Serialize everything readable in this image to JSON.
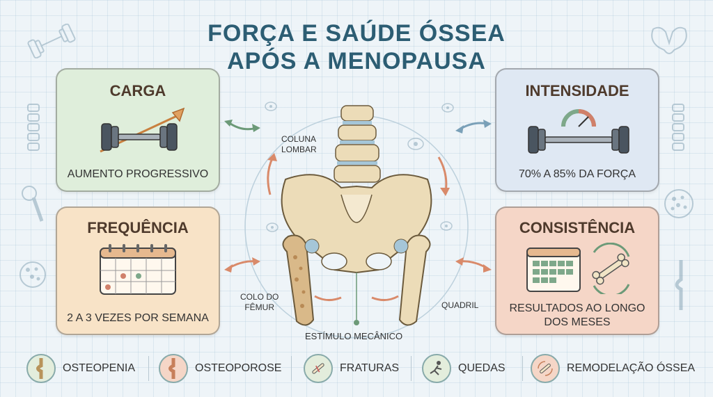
{
  "title": {
    "line1": "FORÇA E SAÚDE ÓSSEA",
    "line2": "APÓS A MENOPAUSA"
  },
  "cards": {
    "carga": {
      "title": "CARGA",
      "text": "AUMENTO PROGRESSIVO",
      "color": "#dfeedb",
      "title_color": "#4e3a2c",
      "icon": "dumbbell-arrow-icon"
    },
    "frequencia": {
      "title": "FREQUÊNCIA",
      "text": "2 A 3 VEZES POR SEMANA",
      "color": "#f8e3c7",
      "title_color": "#4e3a2c",
      "icon": "calendar-icon"
    },
    "intensidade": {
      "title": "INTENSIDADE",
      "text": "70% A 85% DA FORÇA",
      "color": "#dfe8f3",
      "title_color": "#4e3a2c",
      "icon": "barbell-gauge-icon"
    },
    "consistencia": {
      "title": "CONSISTÊNCIA",
      "text_line1": "RESULTADOS AO LONGO",
      "text_line2": "DOS MESES",
      "color": "#f5d6c7",
      "title_color": "#4e3a2c",
      "icon": "calendar-bone-icon"
    }
  },
  "center": {
    "label_coluna_1": "COLUNA",
    "label_coluna_2": "LOMBAR",
    "label_colo_1": "COLO DO",
    "label_colo_2": "FÊMUR",
    "label_quadril": "QUADRIL",
    "label_estimulo": "ESTÍMULO MECÂNICO",
    "illustration": "pelvis-spine-femur-icon"
  },
  "footer": [
    {
      "label": "OSTEOPENIA",
      "icon": "knee-joint-icon"
    },
    {
      "label": "OSTEOPOROSE",
      "icon": "knee-joint-porous-icon"
    },
    {
      "label": "FRATURAS",
      "icon": "broken-bone-icon"
    },
    {
      "label": "QUEDAS",
      "icon": "falling-person-icon"
    },
    {
      "label": "REMODELAÇÃO ÓSSEA",
      "icon": "bone-remodel-icon"
    }
  ],
  "colors": {
    "title": "#2c5d73",
    "arrow_orange": "#d98a6a",
    "arrow_blue": "#7aa0b8",
    "arrow_green": "#6c9a78",
    "bone": "#ecdcb8"
  }
}
